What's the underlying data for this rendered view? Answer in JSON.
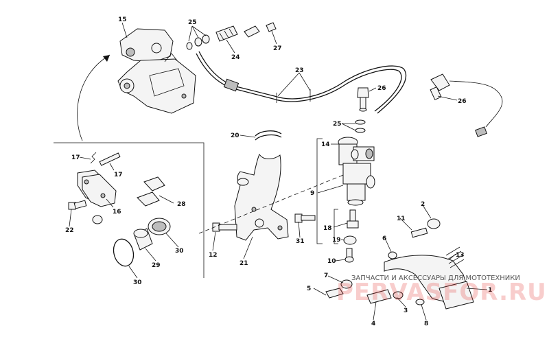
{
  "callouts": {
    "n15": "15",
    "n25a": "25",
    "n24": "24",
    "n27": "27",
    "n23": "23",
    "n26a": "26",
    "n26b": "26",
    "n25b": "25",
    "n20": "20",
    "n14": "14",
    "n17a": "17",
    "n17b": "17",
    "n16": "16",
    "n22": "22",
    "n28": "28",
    "n9": "9",
    "n18": "18",
    "n19": "19",
    "n10": "10",
    "n12": "12",
    "n21": "21",
    "n31": "31",
    "n29": "29",
    "n30a": "30",
    "n30b": "30",
    "n2": "2",
    "n11": "11",
    "n6": "6",
    "n13": "13",
    "n7": "7",
    "n1": "1",
    "n5": "5",
    "n3": "3",
    "n4": "4",
    "n8": "8"
  },
  "watermark": {
    "caption": "ЗАПЧАСТИ И АКСЕССУАРЫ ДЛЯ МОТОТЕХНИКИ",
    "logo": "PERVASFOR.RU"
  }
}
